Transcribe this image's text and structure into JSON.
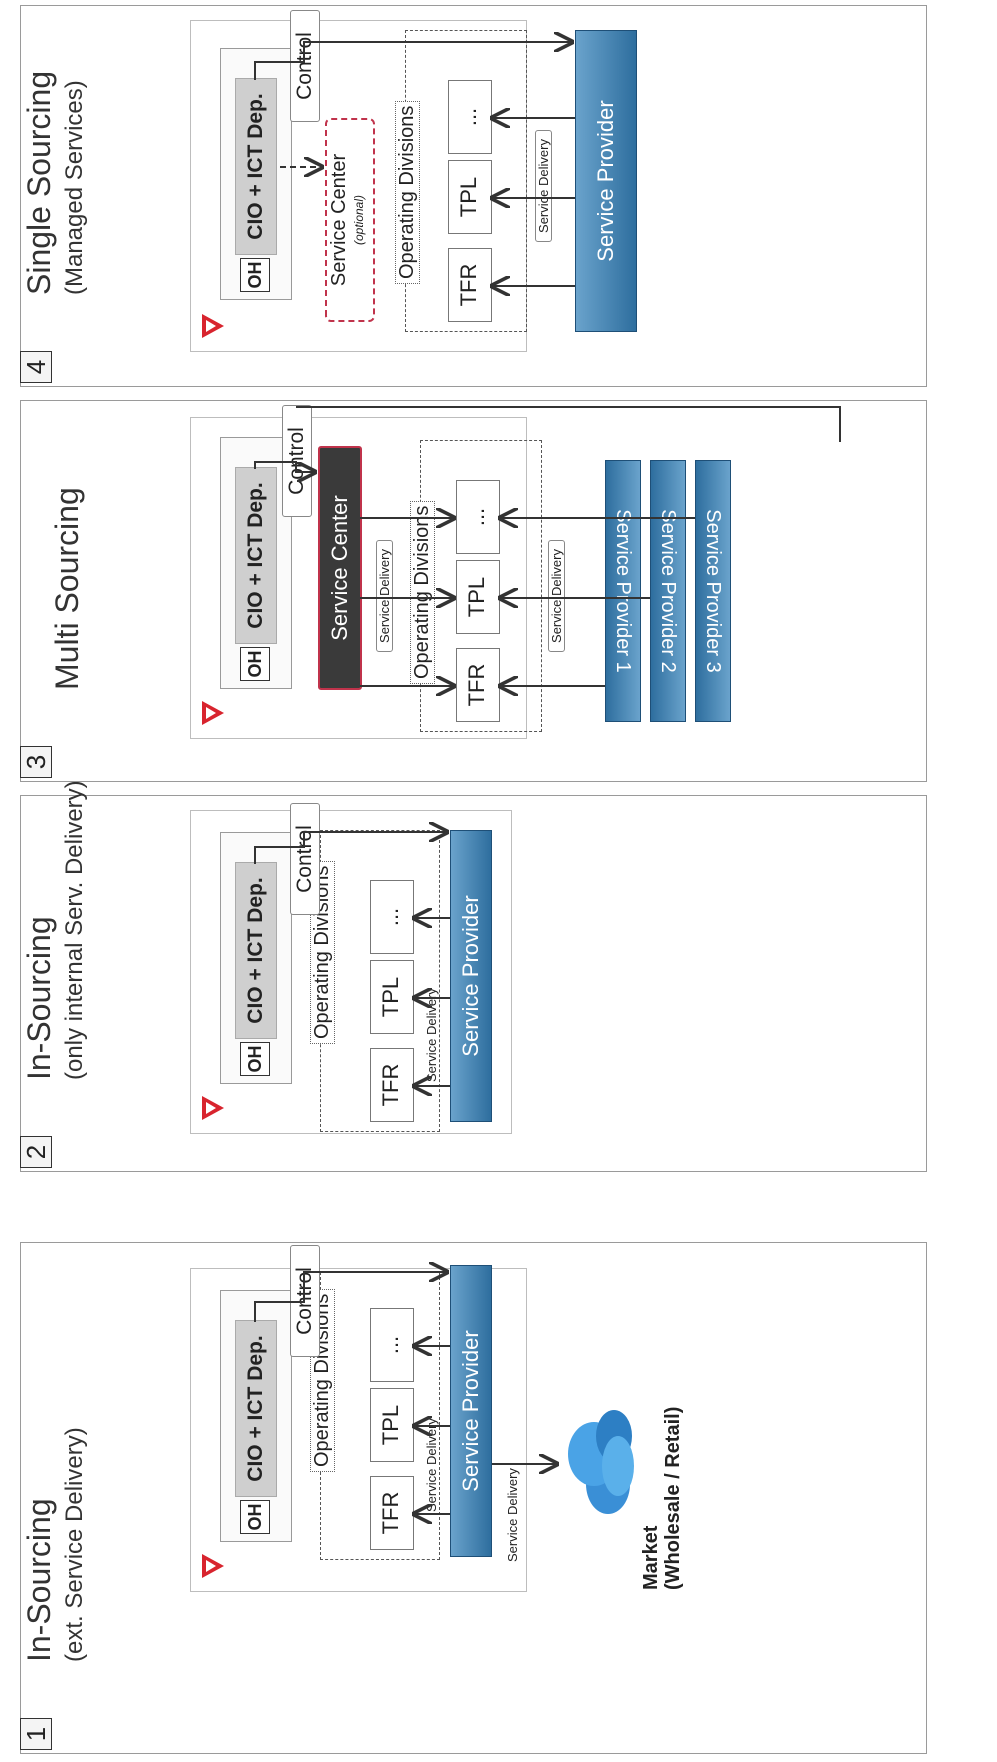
{
  "panels": [
    {
      "number": "1",
      "title": "In-Sourcing",
      "subtitle": "(ext. Service Delivery)",
      "oh": "OH",
      "cio": "CIO + ICT Dep.",
      "control": "Control",
      "op_divisions": "Operating Divisions",
      "units": [
        "TFR",
        "TPL",
        "..."
      ],
      "service_delivery": "Service Delivery",
      "service_provider": "Service Provider",
      "external_delivery": "Service Delivery",
      "market_line1": "Market",
      "market_line2": "(Wholesale / Retail)"
    },
    {
      "number": "2",
      "title": "In-Sourcing",
      "subtitle": "(only internal Serv. Delivery)",
      "oh": "OH",
      "cio": "CIO + ICT Dep.",
      "control": "Control",
      "op_divisions": "Operating Divisions",
      "units": [
        "TFR",
        "TPL",
        "..."
      ],
      "service_delivery": "Service Delivery",
      "service_provider": "Service Provider"
    },
    {
      "number": "3",
      "title": "Multi Sourcing",
      "oh": "OH",
      "cio": "CIO + ICT Dep.",
      "control": "Control",
      "service_center": "Service Center",
      "op_divisions": "Operating Divisions",
      "units": [
        "TFR",
        "TPL",
        "..."
      ],
      "service_delivery_inner": "Service Delivery",
      "service_delivery_outer": "Service Delivery",
      "providers": [
        "Service Provider 1",
        "Service Provider 2",
        "Service Provider 3"
      ]
    },
    {
      "number": "4",
      "title": "Single Sourcing",
      "subtitle": "(Managed Services)",
      "oh": "OH",
      "cio": "CIO + ICT Dep.",
      "control": "Control",
      "service_center": "Service Center",
      "service_center_note": "(optional)",
      "op_divisions": "Operating Divisions",
      "units": [
        "TFR",
        "TPL",
        "..."
      ],
      "service_delivery": "Service Delivery",
      "service_provider": "Service Provider"
    }
  ],
  "colors": {
    "provider_blue": "#2e6e9e",
    "service_center_dark": "#3a3a3a",
    "accent_red": "#c0334b"
  }
}
